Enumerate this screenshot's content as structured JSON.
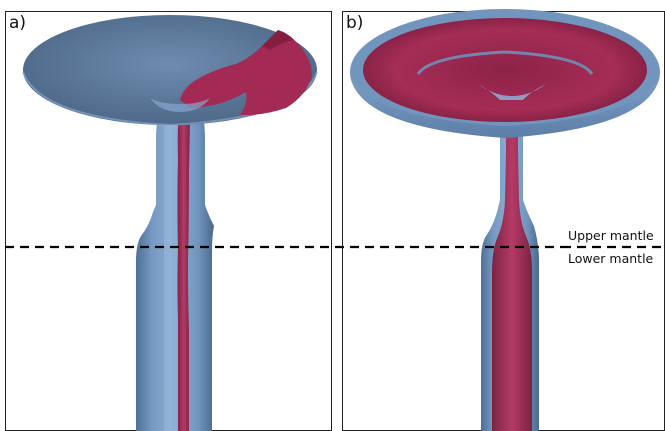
{
  "panels": [
    {
      "label": "a)"
    },
    {
      "label": "b)"
    }
  ],
  "boundary": {
    "upper_label": "Upper mantle",
    "lower_label": "Lower mantle"
  },
  "colors": {
    "outer_material": "#6b8fb8",
    "inner_material": "#a8284f",
    "boundary_line": "#000000",
    "frame": "#222222"
  }
}
